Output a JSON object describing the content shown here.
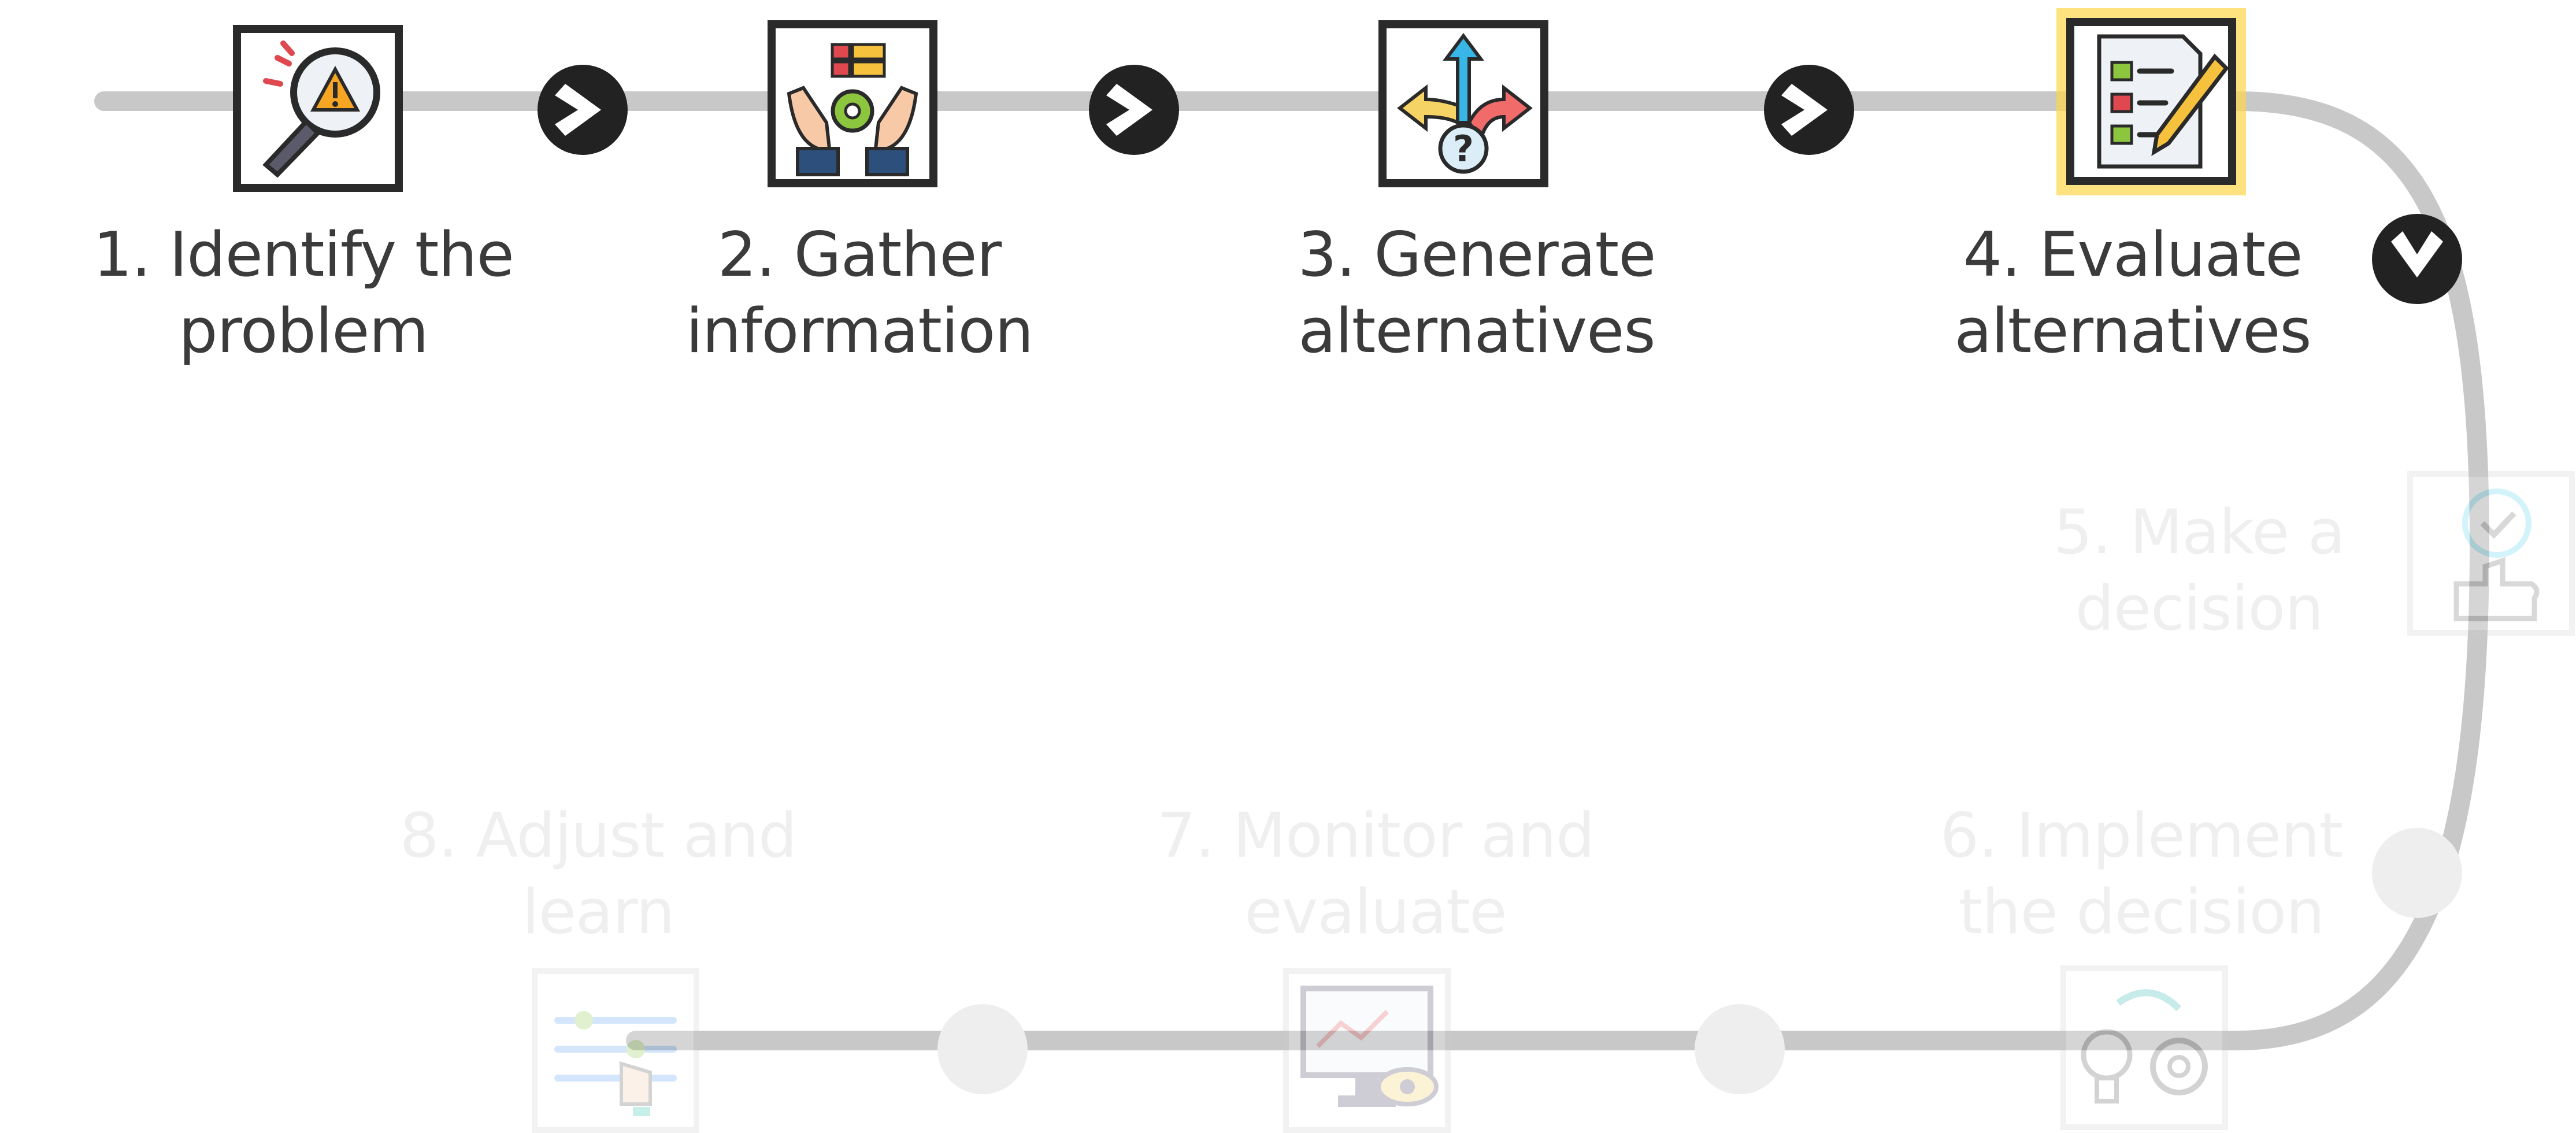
{
  "colors": {
    "track": "#c8c8c8",
    "active_text": "#3b3b3b",
    "faded_text": "#efefef",
    "connector_active": "#222222",
    "connector_faded": "#eeeeee",
    "highlight_glow": "#ffd54a"
  },
  "steps": [
    {
      "line1": "1. Identify the",
      "line2": "problem",
      "icon": "magnifier-warning-icon",
      "state": "active"
    },
    {
      "line1": "2. Gather",
      "line2": "information",
      "icon": "hands-gear-icon",
      "state": "active"
    },
    {
      "line1": "3. Generate",
      "line2": "alternatives",
      "icon": "branching-arrows-question-icon",
      "state": "active"
    },
    {
      "line1": "4. Evaluate",
      "line2": "alternatives",
      "icon": "checklist-pencil-icon",
      "state": "current"
    },
    {
      "line1": "5. Make a",
      "line2": "decision",
      "icon": "thumbs-up-check-icon",
      "state": "faded"
    },
    {
      "line1": "6. Implement",
      "line2": "the decision",
      "icon": "lightbulb-gear-icon",
      "state": "faded"
    },
    {
      "line1": "7. Monitor and",
      "line2": "evaluate",
      "icon": "monitor-eye-icon",
      "state": "faded"
    },
    {
      "line1": "8. Adjust and",
      "line2": "learn",
      "icon": "sliders-hand-icon",
      "state": "faded"
    }
  ]
}
